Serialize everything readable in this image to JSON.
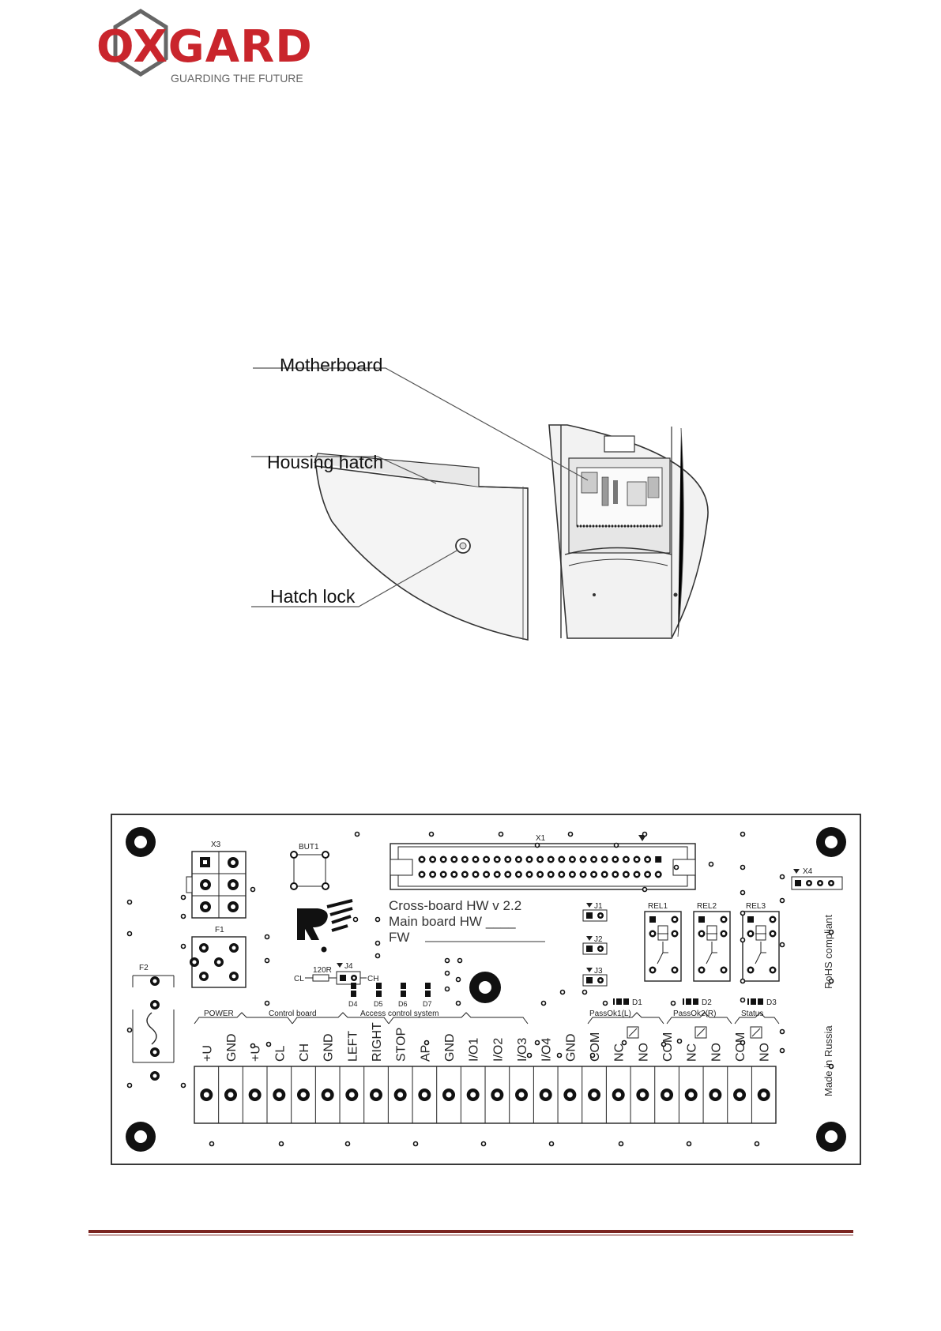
{
  "logo": {
    "name": "OXGARD",
    "tagline": "GUARDING THE FUTURE",
    "brand_color": "#c9252c",
    "mark_color": "#555555"
  },
  "figure1": {
    "callouts": {
      "motherboard": "Motherboard",
      "housing_hatch": "Housing hatch",
      "hatch_lock": "Hatch lock"
    }
  },
  "board": {
    "connectors": {
      "x1": "X1",
      "x3": "X3",
      "x4": "X4",
      "but1": "BUT1",
      "f1": "F1",
      "f2": "F2",
      "j1": "J1",
      "j2": "J2",
      "j3": "J3",
      "j4": "J4",
      "res": "120R",
      "cl": "CL",
      "ch": "CH",
      "rel1": "REL1",
      "rel2": "REL2",
      "rel3": "REL3",
      "d1": "D1",
      "d2": "D2",
      "d3": "D3",
      "d4": "D4",
      "d5": "D5",
      "d6": "D6",
      "d7": "D7"
    },
    "title_lines": {
      "line1": "Cross-board HW v 2.2",
      "line2": "Main board   HW ____",
      "line3": "FW"
    },
    "side_labels": {
      "rohs": "RoHS  compliant",
      "made": "Made  in  Russia"
    },
    "groups": {
      "power": "POWER",
      "control": "Control board",
      "access": "Access control system",
      "passok1": "PassOk1(L)",
      "passok2": "PassOk2(R)",
      "status": "Status"
    },
    "terminals": [
      "+U",
      "GND",
      "+U",
      "CL",
      "CH",
      "GND",
      "LEFT",
      "RIGHT",
      "STOP",
      "AP",
      "GND",
      "I/O1",
      "I/O2",
      "I/O3",
      "I/O4",
      "GND",
      "COM",
      "NC",
      "NO",
      "COM",
      "NC",
      "NO",
      "COM",
      "NO"
    ]
  },
  "colors": {
    "footer_rule": "#7a2420"
  }
}
